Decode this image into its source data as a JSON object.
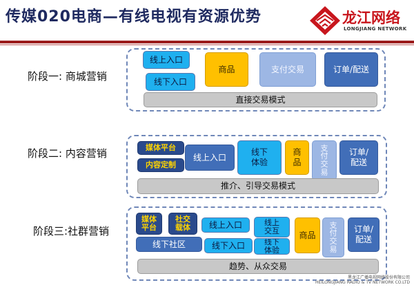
{
  "header": {
    "title": "传媒020电商—有线电视有资源优势",
    "logo_name": "龙江网络",
    "logo_sub": "LONGJIANG NETWORK",
    "accent_color": "#9b1c1c"
  },
  "stage1": {
    "label": "阶段一: 商城营销",
    "online": "线上入口",
    "offline": "线下入口",
    "goods": "商品",
    "payment": "支付交易",
    "order": "订单/配送",
    "mode": "直接交易模式"
  },
  "stage2": {
    "label": "阶段二: 内容营销",
    "media_platform": "媒体平台",
    "content": "内容定制",
    "online": "线上入口",
    "offline_exp": "线下\n体验",
    "goods": "商\n品",
    "payment": "支\n付\n交\n易",
    "order": "订单/\n配送",
    "mode": "推介、引导交易模式"
  },
  "stage3": {
    "label": "阶段三:社群营销",
    "media_platform": "媒体\n平台",
    "social_carrier": "社交\n载体",
    "offline_community": "线下社区",
    "online": "线上入口",
    "offline": "线下入口",
    "online_exp": "线上\n交互",
    "offline_exp": "线下\n体验",
    "goods": "商品",
    "payment": "支\n付\n交\n易",
    "order": "订单/\n配送",
    "mode": "趋势、从众交易"
  },
  "footer": {
    "line1": "黑龙江广播电视网络股份有限公司",
    "line2": "HEILONGJIANG RADIO & TV NETWORK CO.LTD"
  }
}
